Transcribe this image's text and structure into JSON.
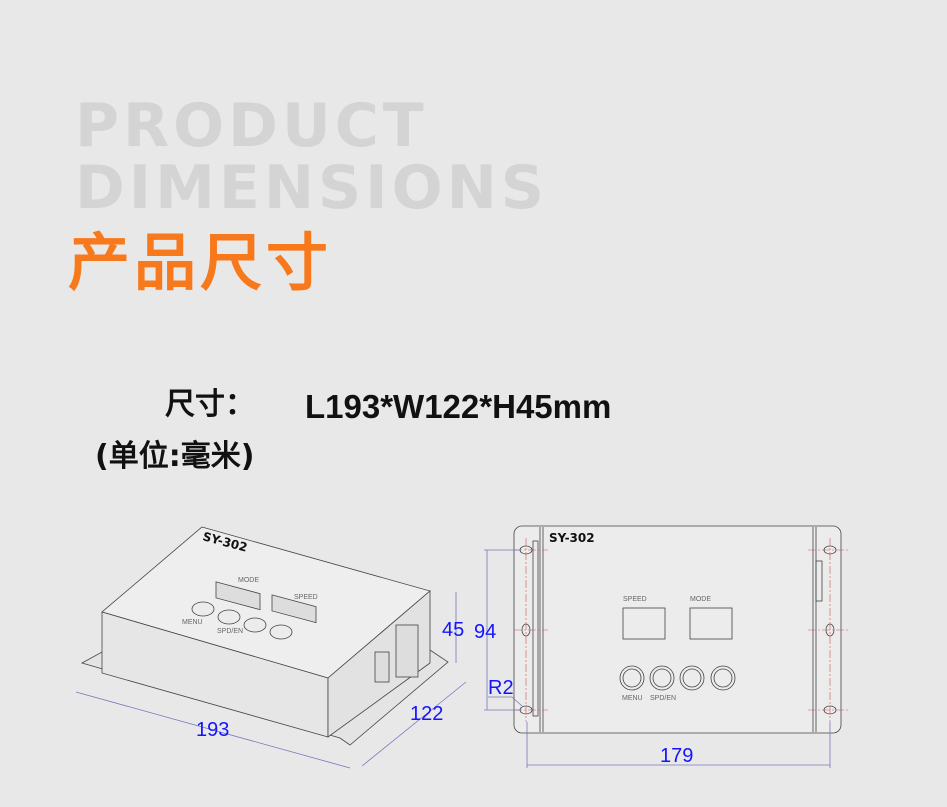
{
  "header": {
    "ghost_line1": "PRODUCT",
    "ghost_line2": "DIMENSIONS",
    "title": "产品尺寸",
    "title_color": "#f7791b"
  },
  "spec": {
    "label": "尺寸：",
    "value": "L193*W122*H45mm",
    "unit": "(单位:毫米)"
  },
  "drawing": {
    "model": "SY-302",
    "labels": {
      "mode": "MODE",
      "speed": "SPEED",
      "menu": "MENU",
      "spd_en": "SPD/EN"
    },
    "dimensions": {
      "length": "193",
      "width": "122",
      "height": "45",
      "hole_spacing": "94",
      "radius": "R2",
      "mount_spacing": "179"
    },
    "dimension_color": "#1414ff"
  }
}
